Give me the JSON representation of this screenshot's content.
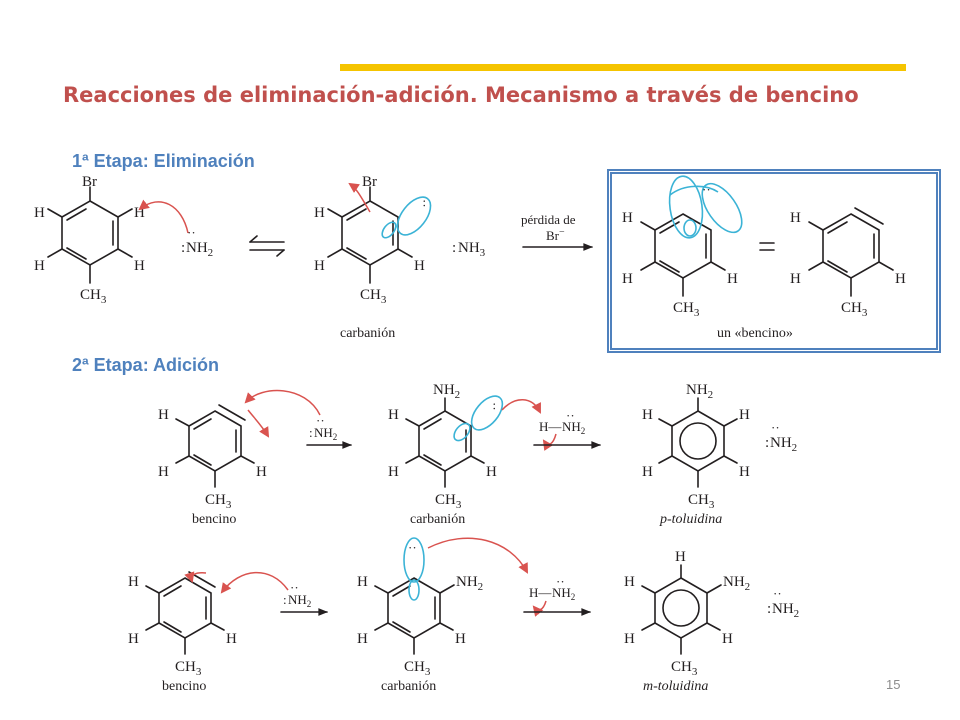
{
  "title": "Reacciones de eliminación-adición. Mecanismo a través de bencino",
  "stage1": {
    "heading": "1ª Etapa: Eliminación"
  },
  "stage2": {
    "heading": "2ª Etapa: Adición"
  },
  "labels": {
    "br": "Br",
    "h": "H",
    "ch3": "CH",
    "sub3": "3",
    "sub2": "2",
    "nh2": "NH",
    "nh3": "NH",
    "lone_pair": "··",
    "colon": ":",
    "perdida": "pérdida de",
    "br_minus": "Br",
    "minus": "−",
    "equals": "=",
    "h_dash": "H—",
    "carbanion": "carbanión",
    "bencino": "bencino",
    "un_bencino": "un «bencino»",
    "p_toluidina": "p-toluidina",
    "m_toluidina": "m-toluidina"
  },
  "colors": {
    "title": "#c0504d",
    "heading": "#4f81bd",
    "accent_bar": "#f5c400",
    "box": "#4f81bd",
    "arrow_red": "#d9534f",
    "orbital": "#3bb3d6"
  },
  "page_number": "15"
}
